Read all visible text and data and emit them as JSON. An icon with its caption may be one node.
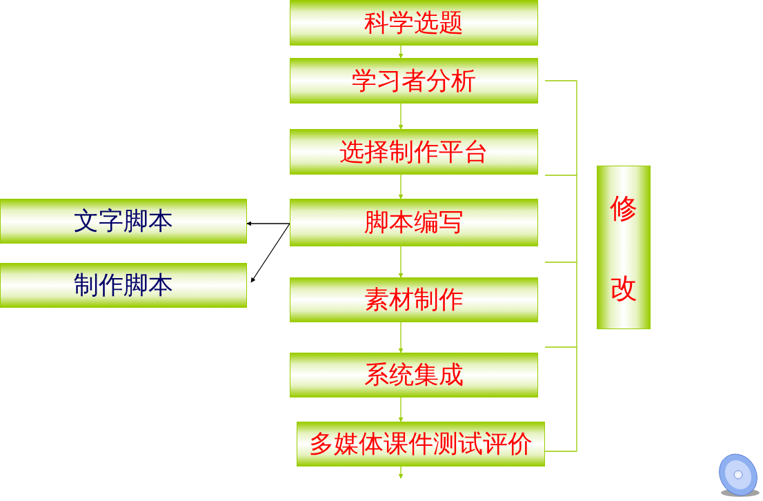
{
  "diagram": {
    "nodes": [
      {
        "text": [
          "科学选题"
        ]
      },
      {
        "text": [
          "学习者分析"
        ]
      },
      {
        "text": [
          "选择制作平台"
        ]
      },
      {
        "text": [
          "脚本编写"
        ]
      },
      {
        "text": [
          "文字脚本"
        ]
      },
      {
        "text": [
          "制作脚本"
        ]
      },
      {
        "text": [
          "素材制作"
        ]
      },
      {
        "text": [
          "系统集成"
        ]
      },
      {
        "text": [
          "多媒体课件测试评价"
        ]
      },
      {
        "text": [
          "修改"
        ]
      }
    ],
    "edges": [
      {
        "from": 0,
        "to": 1,
        "arrow": "to"
      },
      {
        "from": 1,
        "to": 2,
        "arrow": "to"
      },
      {
        "from": 2,
        "to": 3,
        "arrow": "to"
      },
      {
        "from": 3,
        "to": 4,
        "arrow": "to",
        "color": "#000000"
      },
      {
        "from": 3,
        "to": 5,
        "arrow": "to",
        "color": "#000000"
      },
      {
        "from": 3,
        "to": 6,
        "arrow": "to"
      },
      {
        "from": 6,
        "to": 7,
        "arrow": "to"
      },
      {
        "from": 7,
        "to": 8,
        "arrow": "to"
      },
      {
        "from": 8,
        "to": null,
        "arrow": "to"
      }
    ]
  }
}
